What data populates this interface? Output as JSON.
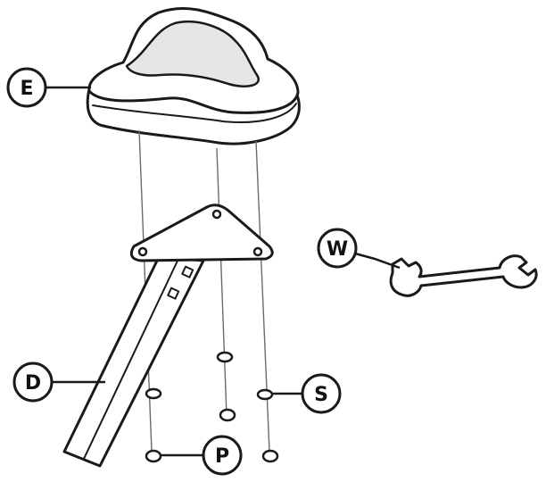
{
  "diagram": {
    "callouts": {
      "seat": "E",
      "seat_post": "D",
      "wrench": "W",
      "washers": "S",
      "nuts": "P"
    },
    "colors": {
      "line": "#1a1a1a",
      "fill": "#ffffff",
      "shade": "#d9d9d9",
      "background": "#ffffff"
    }
  }
}
